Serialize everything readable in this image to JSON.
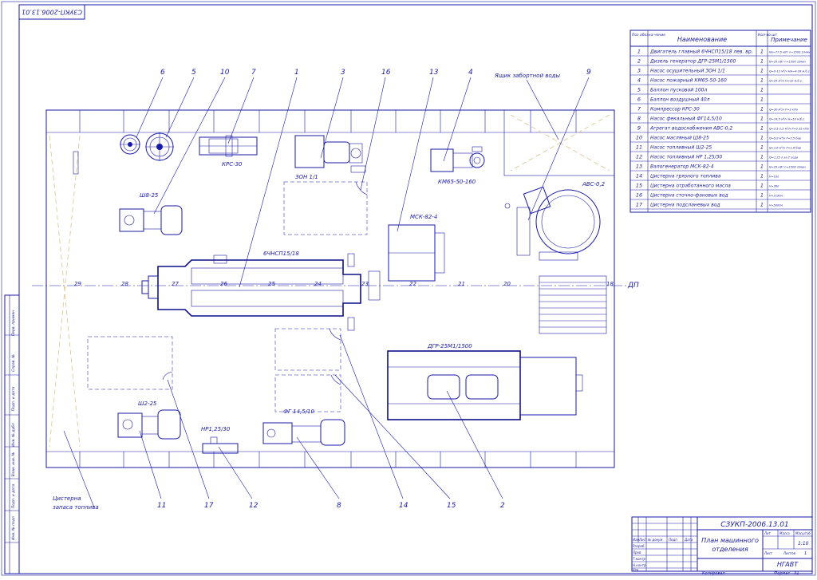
{
  "corner_code": "СЗУКП-2006.13.01",
  "table": {
    "headers": {
      "pos": "Поз обозна-чение",
      "name": "Наименование",
      "qty": "Кол-во шт",
      "note": "Примечание"
    },
    "rows": [
      {
        "pos": "1",
        "name": "Двигатель главный 6ЧНСП15/18 лев. вр.",
        "qty": "1",
        "note": "Ne=77,5 кВт n=1500 1/мин"
      },
      {
        "pos": "2",
        "name": "Дизель генератор ДГР-25М1/1500",
        "qty": "1",
        "note": "N=25 кВт n=1500 1/мин"
      },
      {
        "pos": "3",
        "name": "Насос осушительный ЗОН 1/1",
        "qty": "1",
        "note": "Q=0-12 м³/ч Нм=4-28 м.б.с."
      },
      {
        "pos": "4",
        "name": "Насос пожарный КМ65-50-160",
        "qty": "1",
        "note": "Q=25 м³/ч Н=32 м.б.с."
      },
      {
        "pos": "5",
        "name": "Баллон пусковой 100л",
        "qty": "1",
        "note": ""
      },
      {
        "pos": "6",
        "name": "Баллон воздушный 40л",
        "qty": "1",
        "note": ""
      },
      {
        "pos": "7",
        "name": "Компрессор КРС-30",
        "qty": "1",
        "note": "Q=30 м³/ч Р=3 кПа"
      },
      {
        "pos": "8",
        "name": "Насос фекальный ФГ14,5/10",
        "qty": "1",
        "note": "Q=14,5 м³/ч Н=10 м.б.с."
      },
      {
        "pos": "9",
        "name": "Агрегат водоснабжения АВС-0,2",
        "qty": "1",
        "note": "Q=2,5-2,5 м³/ч Р=0,35 кПа"
      },
      {
        "pos": "10",
        "name": "Насос масляный Ш8-25",
        "qty": "1",
        "note": "Q=5,8 м³/ч Р=2,5 бар"
      },
      {
        "pos": "11",
        "name": "Насос топливный Ш2-25",
        "qty": "1",
        "note": "Q=1,6 м³/ч Р=1,6 бар"
      },
      {
        "pos": "12",
        "name": "Насос топливный НР 1,25/30",
        "qty": "1",
        "note": "Q=1,25 л за 2 хода"
      },
      {
        "pos": "13",
        "name": "Валогенератор МСК-82-4",
        "qty": "1",
        "note": "N=25 кВт n=1500 1/мин"
      },
      {
        "pos": "14",
        "name": "Цистерна грязного топлива",
        "qty": "1",
        "note": "V=10л"
      },
      {
        "pos": "15",
        "name": "Цистерна отработанного масла",
        "qty": "1",
        "note": "V=36л"
      },
      {
        "pos": "16",
        "name": "Цистерна сточно-фановых вод",
        "qty": "1",
        "note": "V=2190л"
      },
      {
        "pos": "17",
        "name": "Цистерна подсланевых вод",
        "qty": "1",
        "note": "V=5000л"
      }
    ]
  },
  "callouts": [
    "6",
    "5",
    "10",
    "7",
    "1",
    "3",
    "16",
    "13",
    "4",
    "9",
    "11",
    "17",
    "12",
    "8",
    "14",
    "15",
    "2"
  ],
  "frames": [
    "29",
    "28",
    "27",
    "26",
    "25",
    "24",
    "23",
    "22",
    "21",
    "20",
    "18"
  ],
  "centerline_label": "ДП",
  "equipment_labels": {
    "krs": "КРС-30",
    "zon": "ЗОН 1/1",
    "km": "КМ65-50-160",
    "avs": "АВС-0,2",
    "shv": "Ш8-25",
    "msk": "МСК-82-4",
    "engine": "6ЧНСП15/18",
    "dgr": "ДГР-25М1/1500",
    "sh2": "Ш2-25",
    "np": "НР1,25/30",
    "fg": "ФГ 14,5/10"
  },
  "notes": {
    "box": "Ящик забортной воды",
    "tank1": "Цистерна",
    "tank2": "запаса топлива"
  },
  "title_block": {
    "code": "СЗУКП-2006.13.01",
    "title1": "План машинного",
    "title2": "отделения",
    "org": "НГАВТ",
    "lit_label": "Лит",
    "mass_label": "Масса",
    "scale_label": "Масштаб",
    "scale": "1:10",
    "sheet_label": "Лист",
    "sheets_label": "Листов",
    "sheets_count": "1",
    "cols": [
      "Изм",
      "Лист",
      "№ докум",
      "Подп",
      "Дата"
    ],
    "roles": [
      "Разраб",
      "Пров",
      "Т.контр",
      "Н.контр",
      "Утв"
    ]
  },
  "footer": {
    "copied": "Копировал",
    "format_label": "Формат",
    "format": "А1"
  },
  "side_stamp": [
    "Перв. примен",
    "Справ. №",
    "Подп. и дата",
    "Инв. № дубл",
    "Взам. инв. №",
    "Подп. и дата",
    "Инв. № подл"
  ]
}
